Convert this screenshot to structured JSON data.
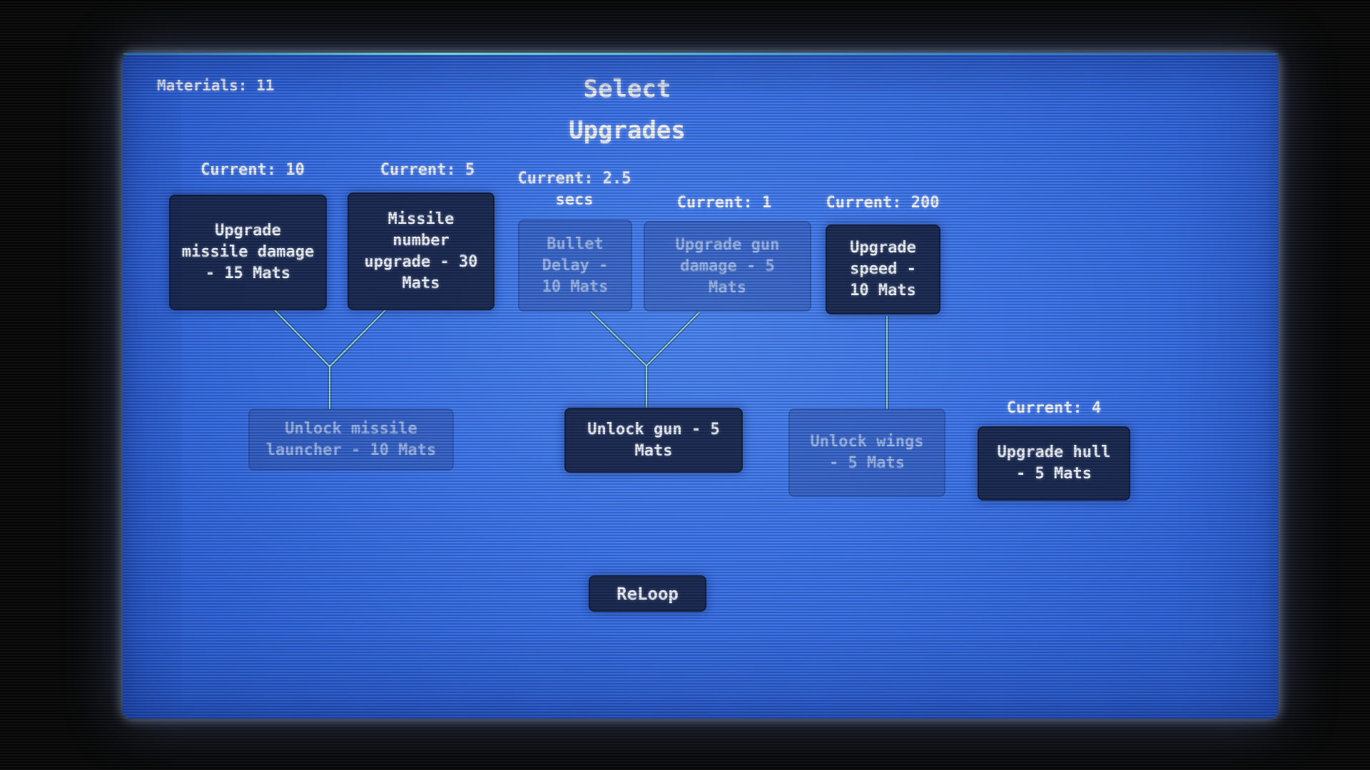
{
  "screen": {
    "materials": "Materials: 11",
    "title": "Select\nUpgrades"
  },
  "upgrades": [
    {
      "current": "Current: 10",
      "label": "Upgrade\nmissile damage\n- 15 Mats",
      "state": "enabled"
    },
    {
      "current": "Current: 5",
      "label": "Missile\nnumber\nupgrade - 30\nMats",
      "state": "enabled"
    },
    {
      "current": "Current: 2.5\nsecs",
      "label": "Bullet\nDelay -\n10 Mats",
      "state": "disabled"
    },
    {
      "current": "Current: 1",
      "label": "Upgrade gun\ndamage - 5\nMats",
      "state": "disabled"
    },
    {
      "current": "Current: 200",
      "label": "Upgrade\nspeed -\n10 Mats",
      "state": "enabled"
    },
    {
      "current": "",
      "label": "Unlock missile\nlauncher - 10 Mats",
      "state": "disabled"
    },
    {
      "current": "",
      "label": "Unlock gun - 5\nMats",
      "state": "enabled"
    },
    {
      "current": "",
      "label": "Unlock wings\n- 5 Mats",
      "state": "disabled"
    },
    {
      "current": "Current: 4",
      "label": "Upgrade hull\n- 5 Mats",
      "state": "enabled"
    }
  ],
  "footer": {
    "reloop_label": "ReLoop"
  },
  "colors": {
    "screen_blue": "#3d76ec",
    "panel_navy": "#162140",
    "disabled_panel": "#2b4a98",
    "connector_teal": "#a8e7ef",
    "text_white": "#eef3fc"
  }
}
